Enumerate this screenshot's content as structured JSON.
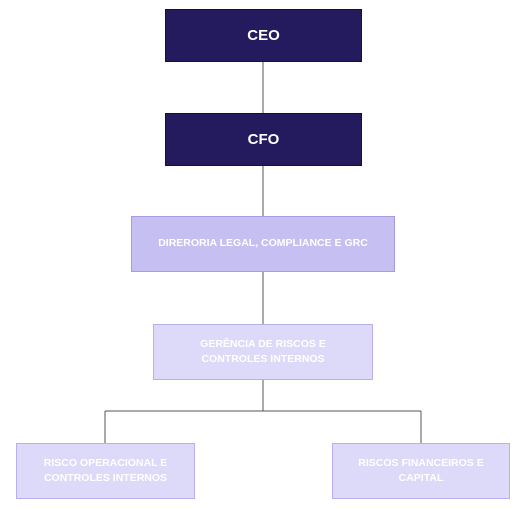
{
  "org_chart": {
    "nodes": {
      "ceo": "CEO",
      "cfo": "CFO",
      "legal": "DIRERORIA LEGAL, COMPLIANCE E GRC",
      "risk_mgmt": "GERÊNCIA DE RISCOS E CONTROLES INTERNOS",
      "operational": "RISCO OPERACIONAL E CONTROLES INTERNOS",
      "financial": "RISCOS FINANCEIROS E CAPITAL"
    },
    "colors": {
      "executive": "#241a5e",
      "directorate": "#c6bff1",
      "management": "#ddd9f9",
      "connector": "#555555"
    }
  }
}
